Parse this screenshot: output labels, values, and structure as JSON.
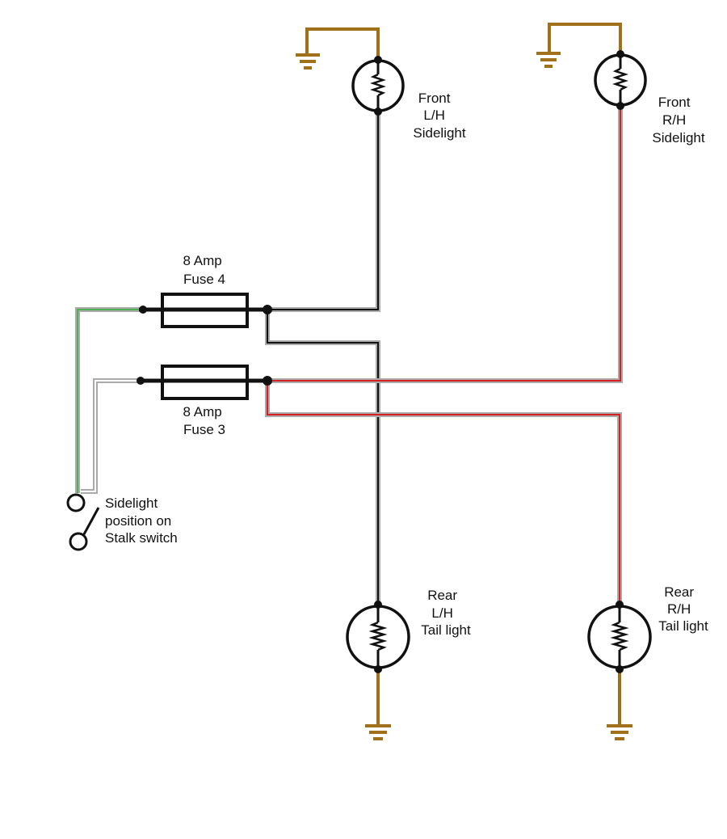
{
  "colors": {
    "earth": "#a0701a",
    "grey_wire": "#aaaaaa",
    "green_wire": "#4caf50",
    "red_wire": "#d42020",
    "black": "#111111"
  },
  "labels": {
    "front_lh": [
      "Front",
      "L/H",
      "Sidelight"
    ],
    "front_rh": [
      "Front",
      "R/H",
      "Sidelight"
    ],
    "fuse4": [
      "8 Amp",
      "Fuse 4"
    ],
    "fuse3": [
      "8 Amp",
      "Fuse 3"
    ],
    "switch": [
      "Sidelight",
      "position on",
      "Stalk switch"
    ],
    "rear_lh": [
      "Rear",
      "L/H",
      "Tail light"
    ],
    "rear_rh": [
      "Rear",
      "R/H",
      "Tail light"
    ]
  },
  "components": {
    "lamps": [
      "front-lh-sidelight",
      "front-rh-sidelight",
      "rear-lh-tail-light",
      "rear-rh-tail-light"
    ],
    "fuses": [
      "fuse-4",
      "fuse-3"
    ],
    "switch": "stalk-switch"
  }
}
